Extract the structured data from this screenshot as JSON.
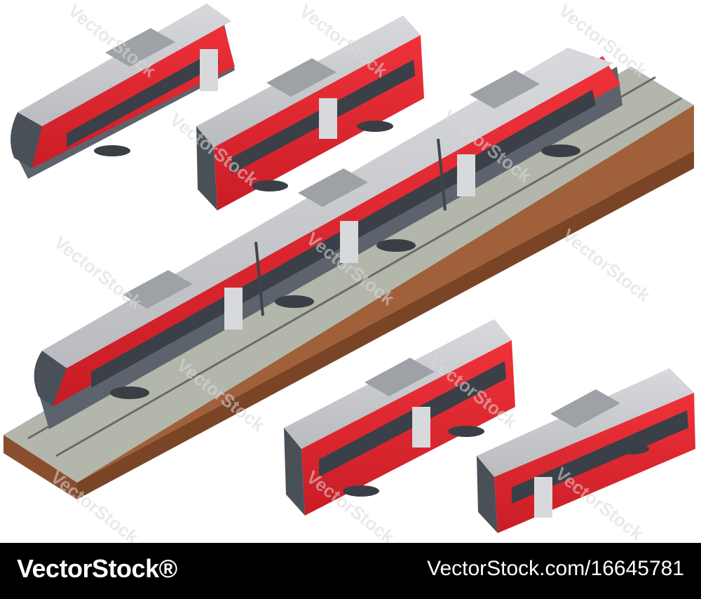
{
  "image": {
    "subject": "isometric train cars",
    "colors": {
      "roof": "#c9c9cc",
      "roof_shade": "#aeb0b4",
      "body_red": "#e8232c",
      "body_red_dark": "#b51a22",
      "window": "#3a3f48",
      "undercarriage": "#5d636c",
      "end_cap": "#4a5058",
      "ground_grass": "#b5b8ae",
      "ground_soil": "#9c5a36",
      "rail": "#6e6e6e",
      "background": "#ffffff"
    }
  },
  "watermark": {
    "text": "VectorStock"
  },
  "footer": {
    "brand": "VectorStock®",
    "url": "VectorStock.com/16645781",
    "background": "#000000",
    "text_color": "#ffffff"
  }
}
